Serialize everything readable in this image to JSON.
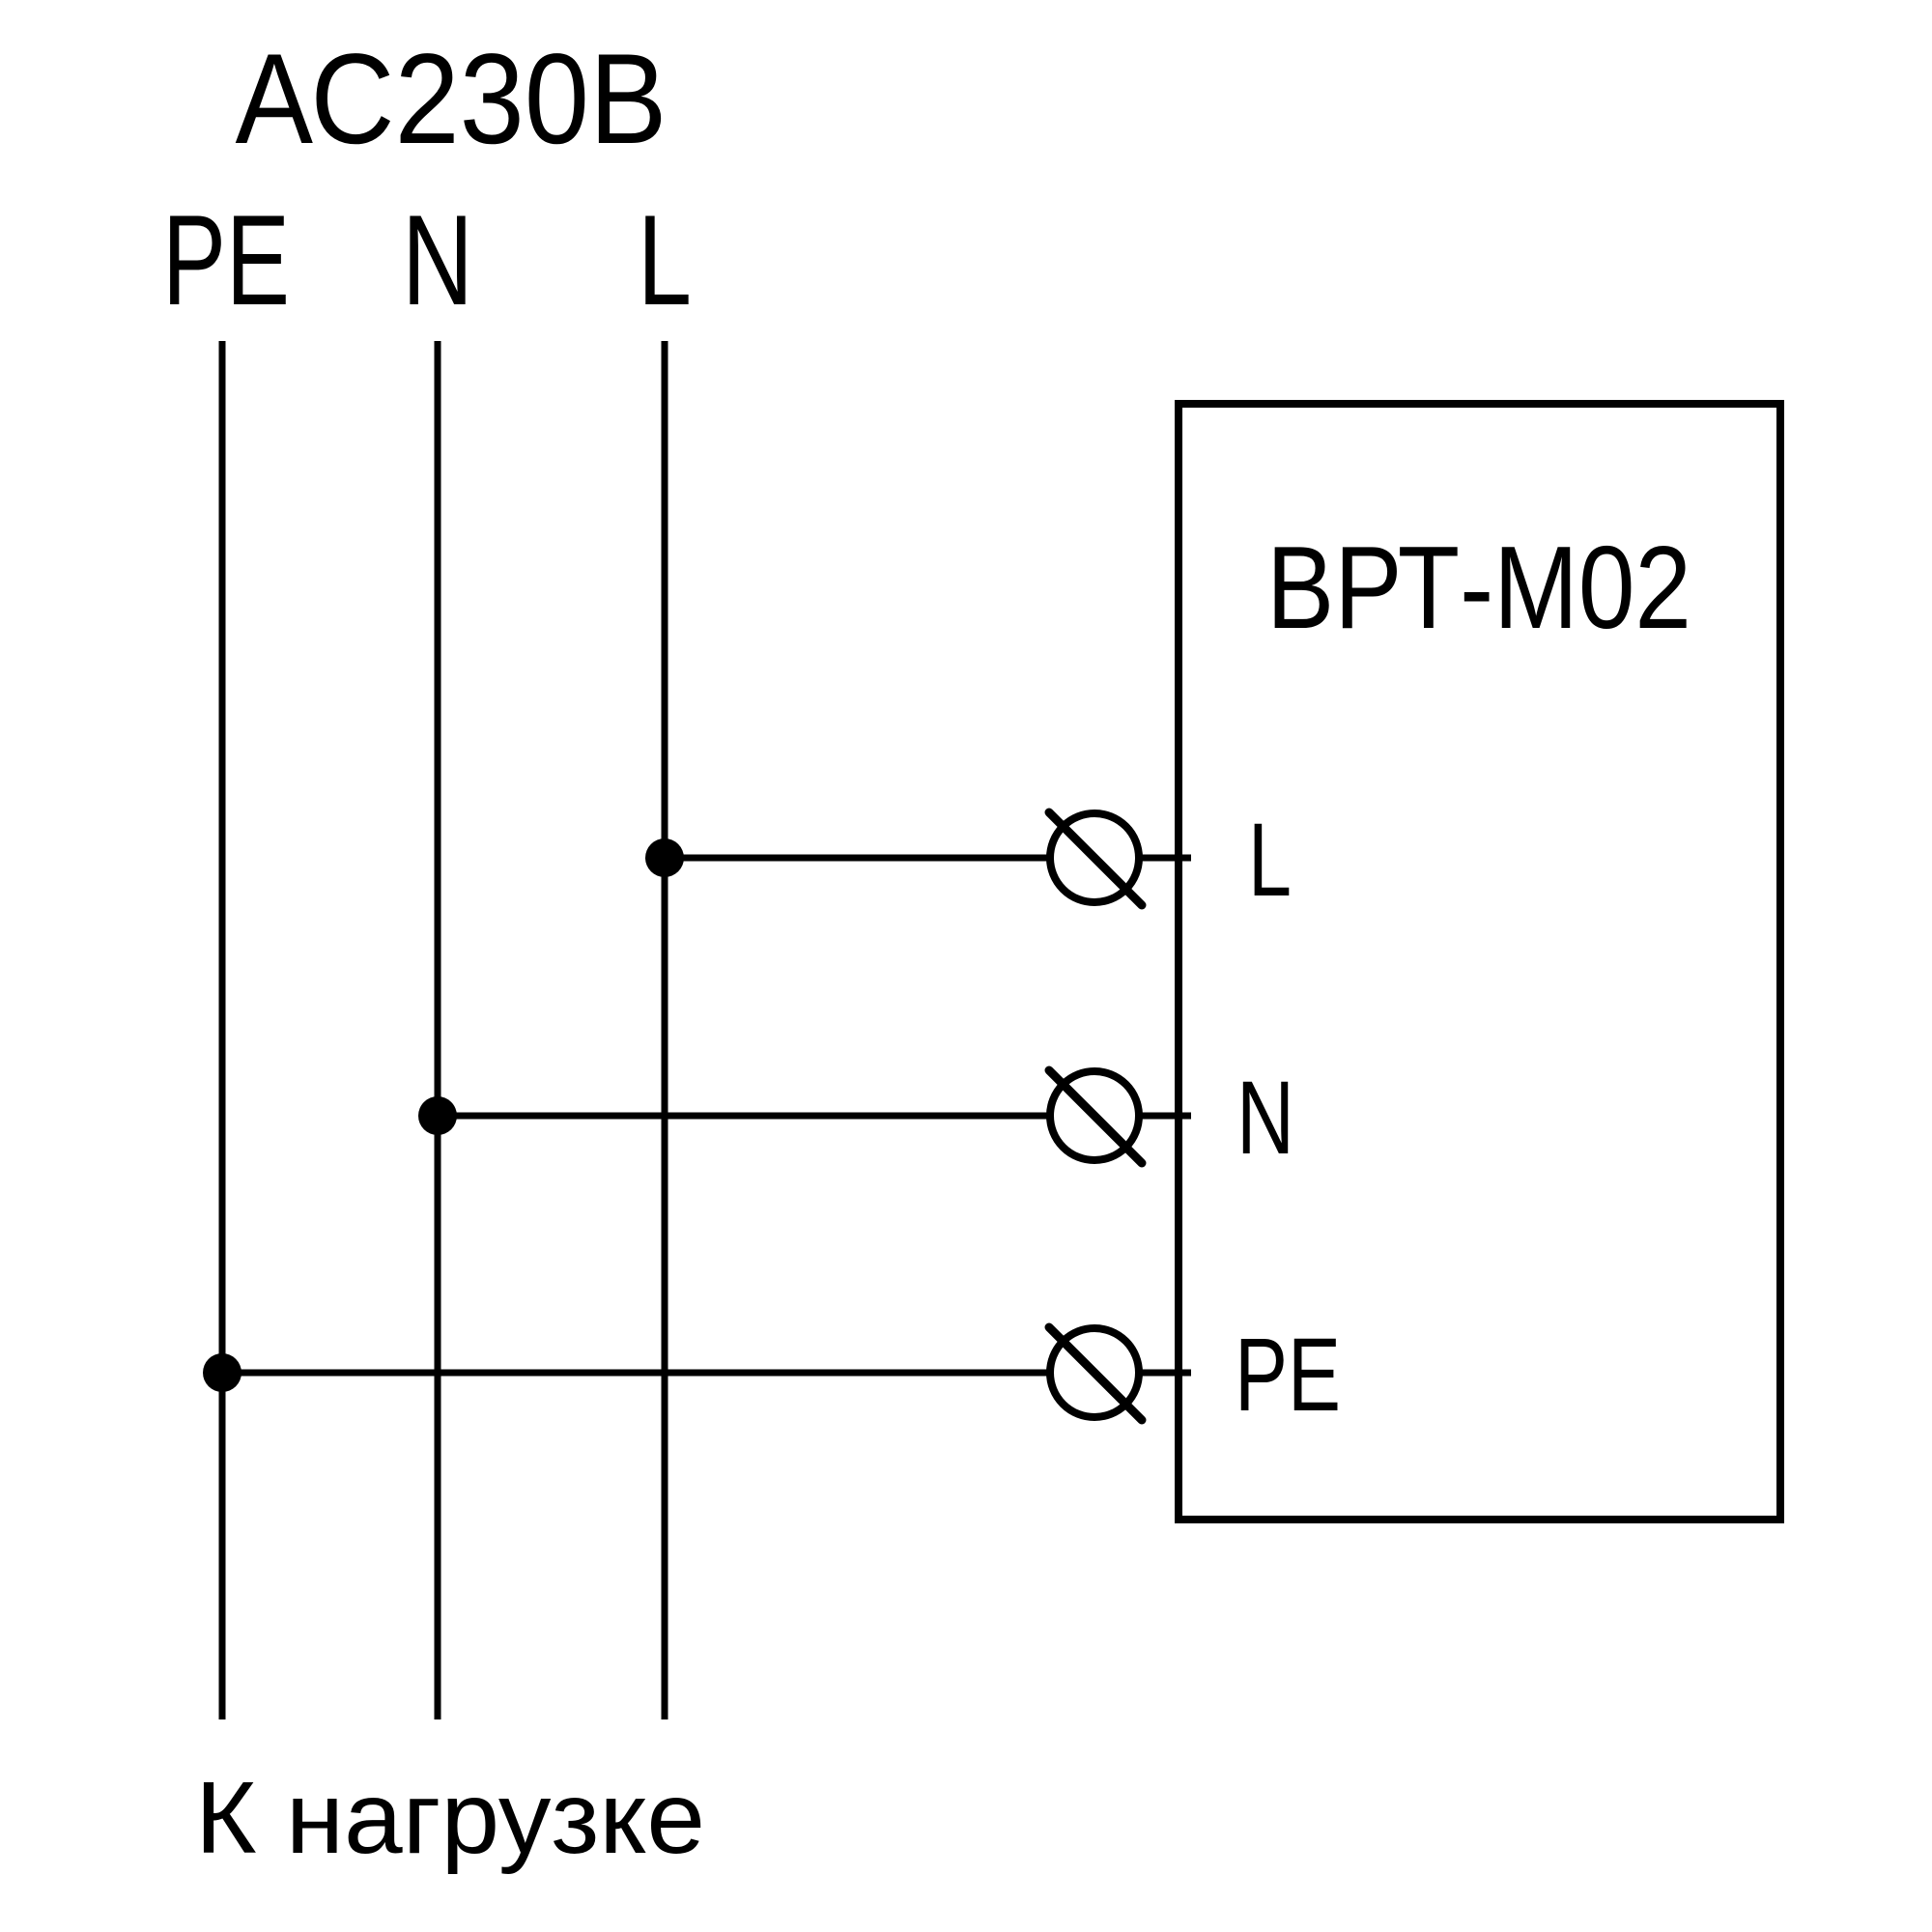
{
  "colors": {
    "ink": "#000000",
    "paper": "#ffffff"
  },
  "diagram": {
    "supply": {
      "voltage_label": "АС230В",
      "wires": [
        {
          "label": "PE"
        },
        {
          "label": "N"
        },
        {
          "label": "L"
        }
      ]
    },
    "device": {
      "name": "ВРТ-М02",
      "terminals": [
        {
          "label": "L"
        },
        {
          "label": "N"
        },
        {
          "label": "PE"
        }
      ]
    },
    "load_label": "К нагрузке"
  }
}
